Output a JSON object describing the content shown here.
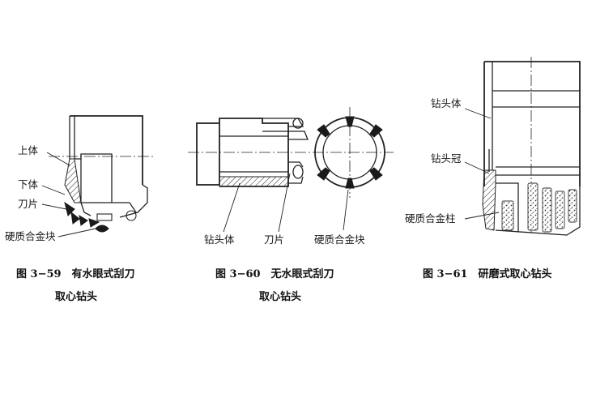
{
  "figures": [
    {
      "caption_line1": "图 3−59　有水眼式刮刀",
      "caption_line2": "取心钻头",
      "labels": [
        "上体",
        "下体",
        "刀片",
        "硬质合金块"
      ]
    },
    {
      "caption_line1": "图 3−60　无水眼式刮刀",
      "caption_line2": "取心钻头",
      "labels": [
        "钻头体",
        "刀片",
        "硬质合金块"
      ]
    },
    {
      "caption_line1": "图 3−61　研磨式取心钻头",
      "caption_line2": "",
      "labels": [
        "钻头体",
        "钻头冠",
        "硬质合金柱"
      ]
    }
  ]
}
